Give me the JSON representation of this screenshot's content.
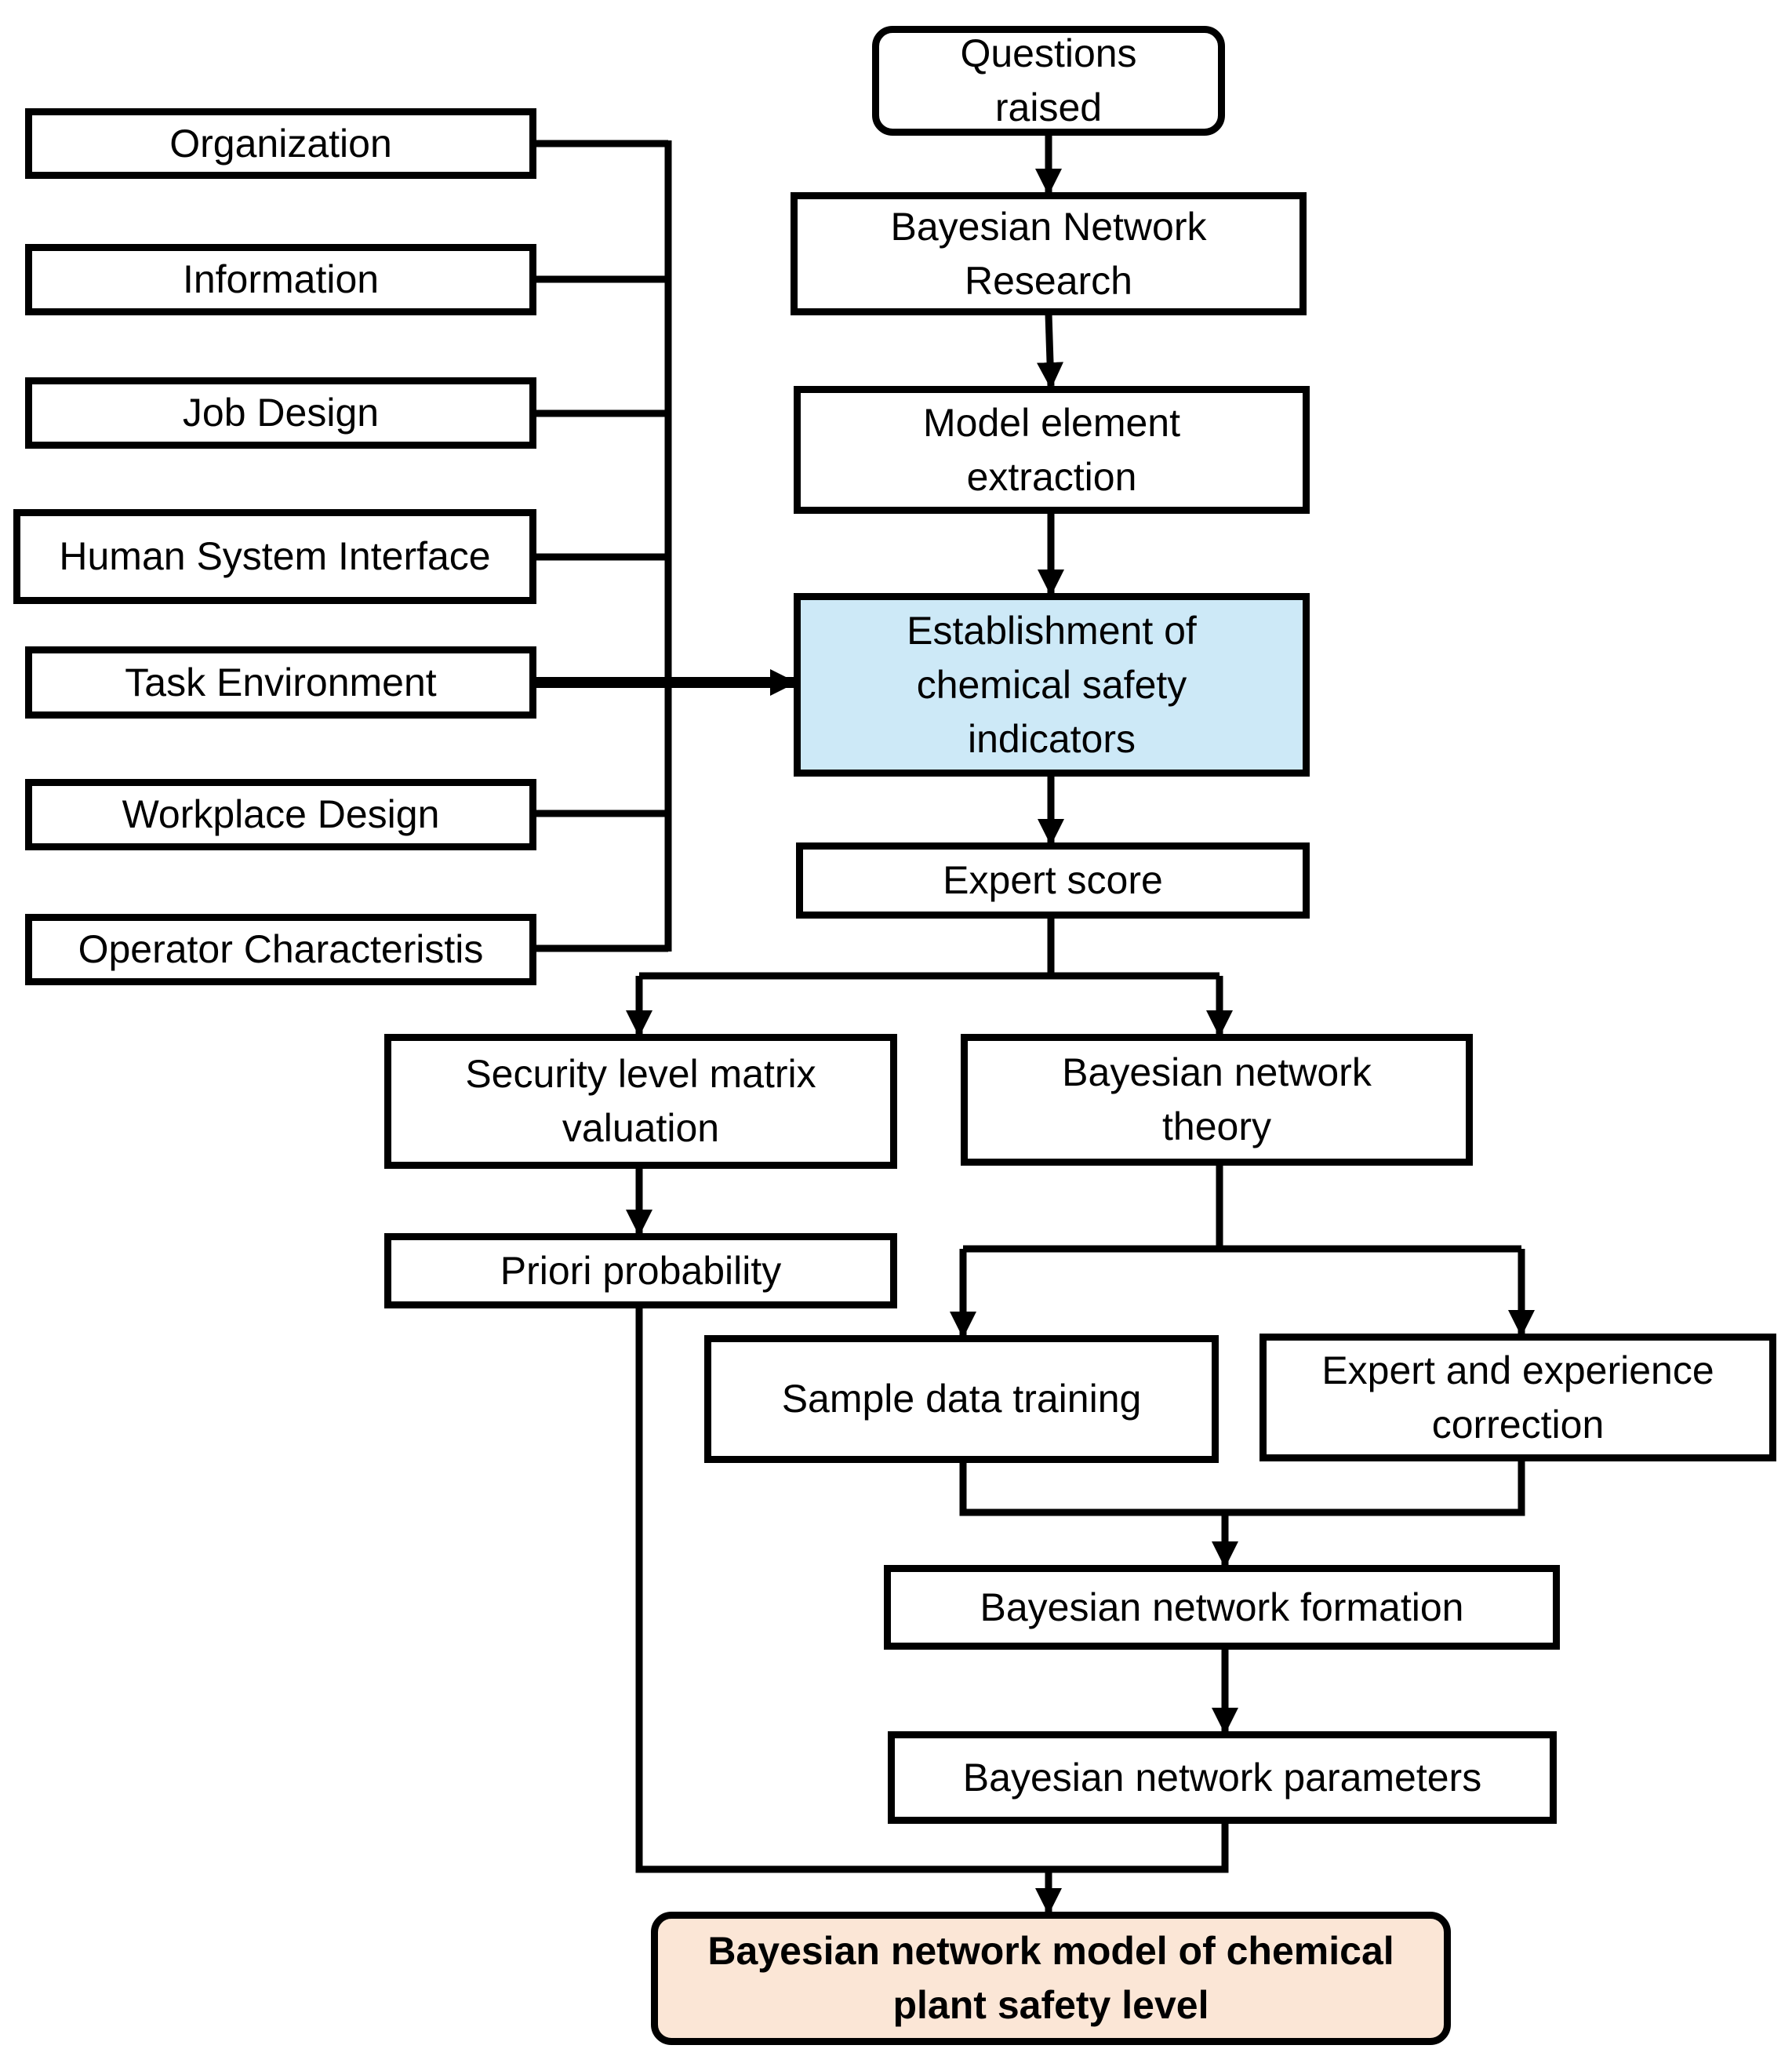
{
  "colors": {
    "line": "#000000",
    "highlight_fill": "#cde9f7",
    "final_fill": "#fbe6d6"
  },
  "factors": [
    "Organization",
    "Information",
    "Job Design",
    "Human System Interface",
    "Task Environment",
    "Workplace Design",
    "Operator Characteristis"
  ],
  "steps": {
    "questions": "Questions\nraised",
    "bn_research": "Bayesian Network\nResearch",
    "model_extraction": "Model element\nextraction",
    "indicators": "Establishment of\nchemical safety\nindicators",
    "expert_score": "Expert score",
    "security_matrix": "Security level matrix\nvaluation",
    "priori": "Priori probability",
    "bn_theory": "Bayesian network\ntheory",
    "sample_training": "Sample data training",
    "expert_correction": "Expert and experience\ncorrection",
    "bn_formation": "Bayesian network formation",
    "bn_parameters": "Bayesian network parameters",
    "final_model": "Bayesian network model of chemical\nplant safety level"
  }
}
